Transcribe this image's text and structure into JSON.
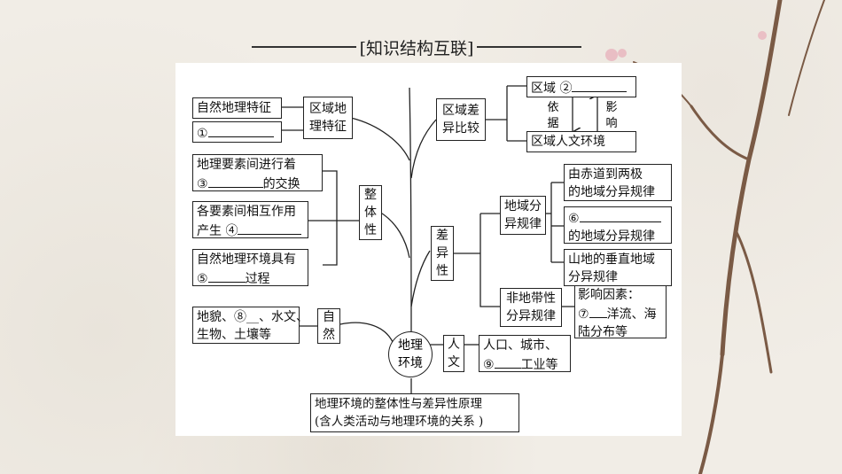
{
  "title": "[知识结构互联]",
  "left": {
    "regional_features": {
      "label_line1": "区域地",
      "label_line2": "理特征",
      "item1": "自然地理特征",
      "item2_prefix": "①"
    },
    "holistic": {
      "label_chars": [
        "整",
        "体",
        "性"
      ],
      "item1_line1": "地理要素间进行着",
      "item1_line2_prefix": "③",
      "item1_line2_suffix": "的交换",
      "item2_line1": "各要素间相互作用",
      "item2_line2_prefix": "产生 ④",
      "item3_line1": "自然地理环境具有",
      "item3_line2_prefix": "⑤",
      "item3_line2_suffix": "过程"
    },
    "natural": {
      "label_chars": [
        "自",
        "然"
      ],
      "line1": "地貌、⑧__、水文、",
      "line2": "生物、土壤等"
    }
  },
  "center": {
    "circle_line1": "地理",
    "circle_line2": "环境",
    "bottom_line1": "地理环境的整体性与差异性原理",
    "bottom_line2": "(含人类活动与地理环境的关系 )"
  },
  "right": {
    "regional_diff": {
      "label_line1": "区域差",
      "label_line2": "异比较",
      "item1_prefix": "区域 ②",
      "item2": "区域人文环境",
      "arrow_left_chars": [
        "依",
        "据"
      ],
      "arrow_right_chars": [
        "影",
        "响"
      ]
    },
    "difference": {
      "label_chars": [
        "差",
        "异",
        "性"
      ],
      "zonal_line1": "地域分",
      "zonal_line2": "异规律",
      "zonal1_line1": "由赤道到两极",
      "zonal1_line2": "的地域分异规律",
      "zonal2_line1_prefix": "⑥",
      "zonal2_line2": "的地域分异规律",
      "zonal3_line1": "山地的垂直地域",
      "zonal3_line2": "分异规律",
      "nonzonal_line1": "非地带性",
      "nonzonal_line2": "分异规律",
      "factors_line1": "影响因素：",
      "factors_line2_prefix": "⑦",
      "factors_line2_suffix": "洋流、海",
      "factors_line3": "陆分布等"
    },
    "human": {
      "label_chars": [
        "人",
        "文"
      ],
      "line1": "人口、城市、",
      "line2_prefix": "⑨",
      "line2_suffix": "工业等"
    }
  }
}
